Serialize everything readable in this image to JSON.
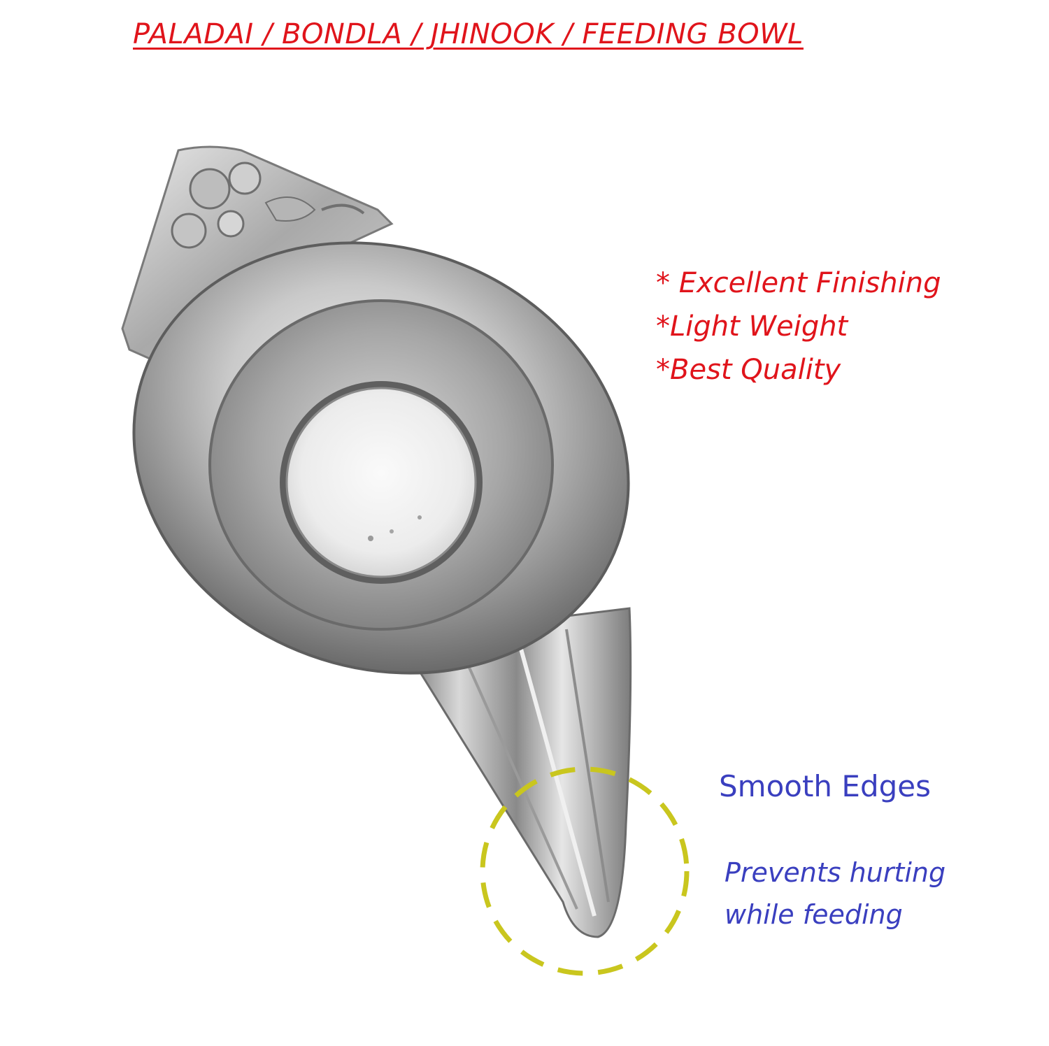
{
  "title": "PALADAI / BONDLA / JHINOOK / FEEDING BOWL",
  "features": [
    "* Excellent Finishing",
    "*Light Weight",
    "*Best Quality"
  ],
  "callout": {
    "heading": "Smooth Edges",
    "description_line1": "Prevents hurting",
    "description_line2": "while feeding"
  },
  "colors": {
    "accent_red": "#e0141b",
    "accent_blue": "#3a3fbf",
    "highlight_ring": "#c9c61e",
    "metal_light": "#f2f2f2",
    "metal_dark": "#6e6e6e"
  },
  "icons": {
    "product_image": "feeding-bowl-picture",
    "highlight": "dashed-circle-highlight"
  }
}
